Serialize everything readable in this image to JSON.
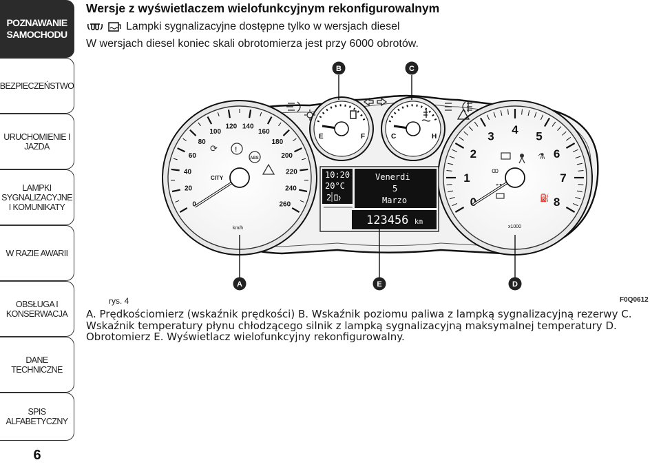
{
  "sidebar": {
    "tabs": [
      {
        "label": "POZNAWANIE SAMOCHODU",
        "active": true
      },
      {
        "label": "BEZPIECZEŃSTWO"
      },
      {
        "label": "URUCHOMIENIE I JAZDA"
      },
      {
        "label": "LAMPKI SYGNALIZACYJNE I KOMUNIKATY"
      },
      {
        "label": "W RAZIE AWARII"
      },
      {
        "label": "OBSŁUGA I KONSERWACJA"
      },
      {
        "label": "DANE TECHNICZNE"
      },
      {
        "label": "SPIS ALFABETYCZNY"
      }
    ],
    "page_number": "6"
  },
  "header": {
    "title": "Wersje z wyświetlaczem wielofunkcyjnym rekonfigurowalnym",
    "line2": "Lampki sygnalizacyjne dostępne tylko w wersjach diesel",
    "line3": "W wersjach diesel koniec skali obrotomierza jest przy 6000 obrotów."
  },
  "figure": {
    "caption": "rys. 4",
    "code": "F0Q0612",
    "callouts": {
      "A": "A",
      "B": "B",
      "C": "C",
      "D": "D",
      "E": "E"
    },
    "speedometer": {
      "scale": [
        "0",
        "20",
        "40",
        "60",
        "80",
        "100",
        "120",
        "140",
        "160",
        "180",
        "200",
        "220",
        "240",
        "260"
      ],
      "label": "CITY",
      "unit": "km/h"
    },
    "fuel_gauge": {
      "empty": "E",
      "full": "F"
    },
    "temp_gauge": {
      "cold": "C",
      "hot": "H"
    },
    "tachometer": {
      "scale": [
        "0",
        "1",
        "2",
        "3",
        "4",
        "5",
        "6",
        "7",
        "8"
      ],
      "unit": "x1000"
    },
    "display": {
      "time": "10:20",
      "temperature": "20°C",
      "gear_row": "2",
      "day": "Venerdi",
      "date_number": "5",
      "month": "Marzo",
      "odometer": "123456",
      "odometer_unit": "km"
    }
  },
  "legend": "A. Prędkościomierz (wskaźnik prędkości) B. Wskaźnik poziomu paliwa z lampką sygnalizacyjną rezerwy C. Wskaźnik temperatury płynu chłodzącego silnik z lampką sygnalizacyjną maksymalnej temperatury D. Obrotomierz E. Wyświetlacz wielofunkcyjny rekonfigurowalny."
}
